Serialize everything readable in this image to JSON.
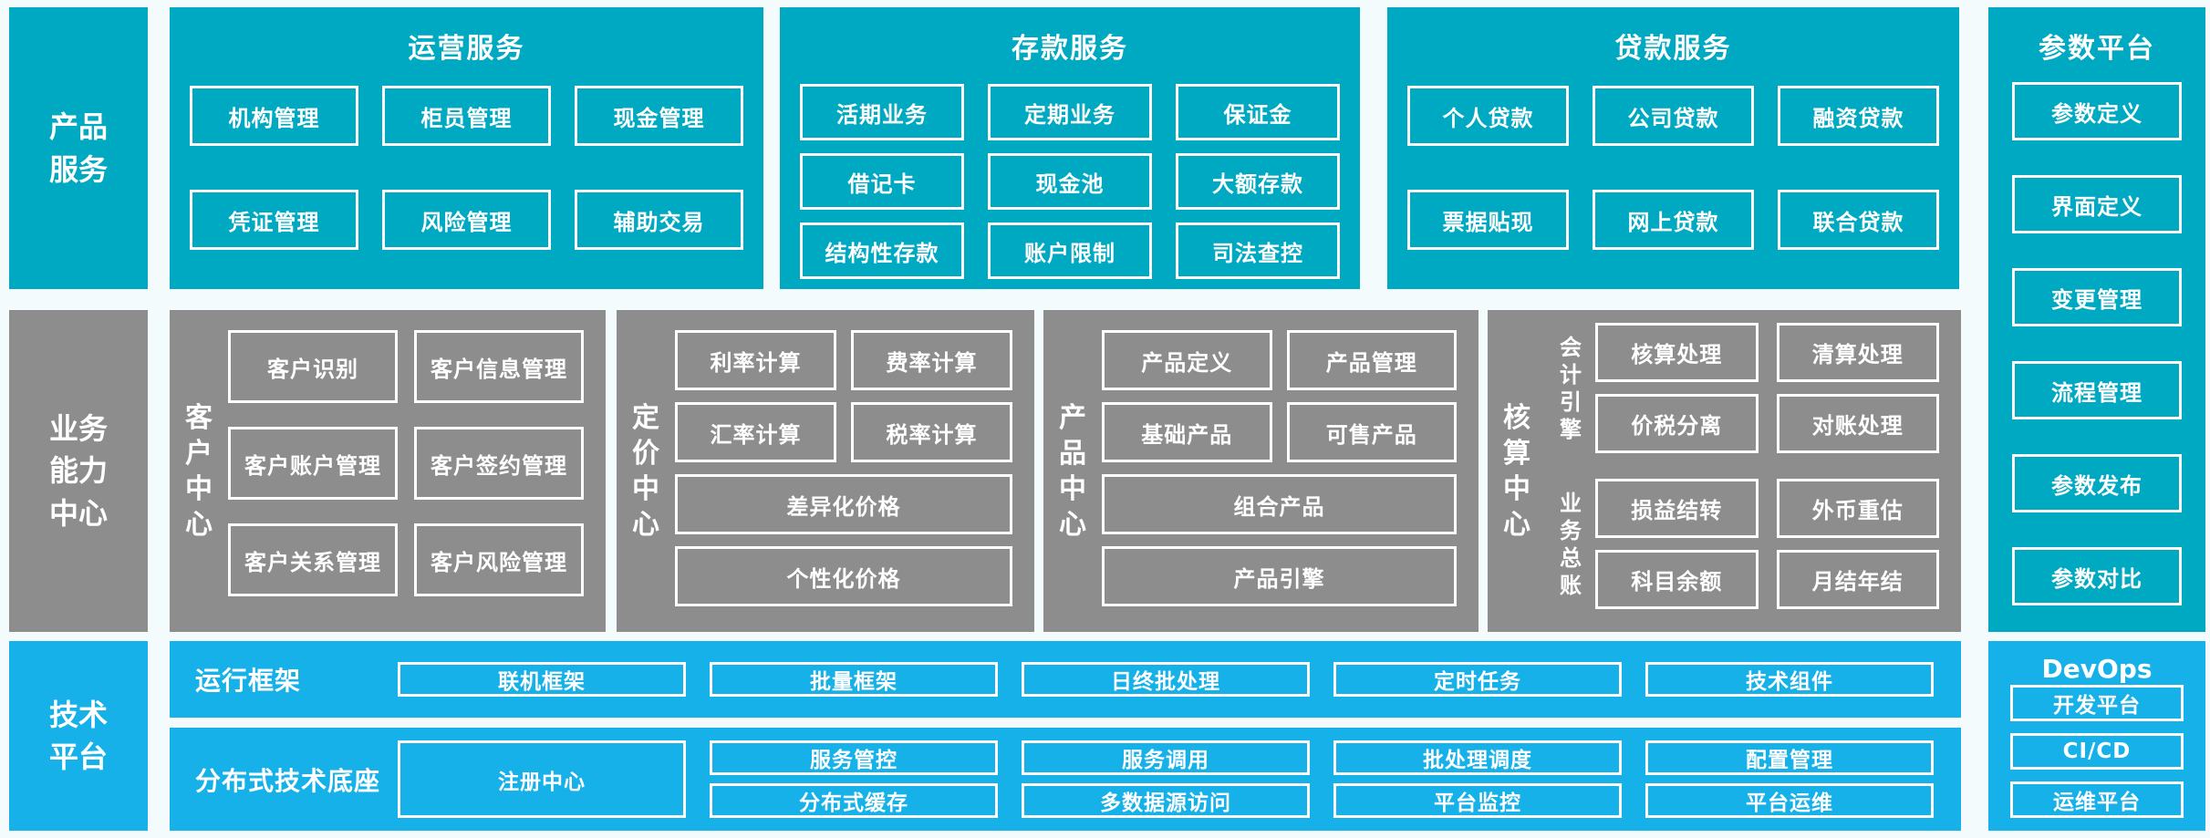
{
  "colors": {
    "teal": "#00a9c2",
    "gray": "#8d8d8d",
    "blue": "#16b1e9",
    "box_border": "#ffffff",
    "text": "#ffffff",
    "background": "#f4fbfd"
  },
  "product_row": {
    "sidebar_lines": [
      "产品",
      "服务"
    ],
    "sections": [
      {
        "title": "运营服务",
        "items": [
          "机构管理",
          "柜员管理",
          "现金管理",
          "凭证管理",
          "风险管理",
          "辅助交易"
        ]
      },
      {
        "title": "存款服务",
        "items": [
          "活期业务",
          "定期业务",
          "保证金",
          "借记卡",
          "现金池",
          "大额存款",
          "结构性存款",
          "账户限制",
          "司法查控"
        ]
      },
      {
        "title": "贷款服务",
        "items": [
          "个人贷款",
          "公司贷款",
          "融资贷款",
          "票据贴现",
          "网上贷款",
          "联合贷款"
        ]
      }
    ]
  },
  "parameter_platform": {
    "title": "参数平台",
    "items": [
      "参数定义",
      "界面定义",
      "变更管理",
      "流程管理",
      "参数发布",
      "参数对比"
    ]
  },
  "business_row": {
    "sidebar_lines": [
      "业务",
      "能力",
      "中心"
    ],
    "customer_center": {
      "label": "客户中心",
      "items": [
        "客户识别",
        "客户信息管理",
        "客户账户管理",
        "客户签约管理",
        "客户关系管理",
        "客户风险管理"
      ]
    },
    "pricing_center": {
      "label": "定价中心",
      "pairs": [
        "利率计算",
        "费率计算",
        "汇率计算",
        "税率计算"
      ],
      "fulls": [
        "差异化价格",
        "个性化价格"
      ]
    },
    "product_center": {
      "label": "产品中心",
      "pairs": [
        "产品定义",
        "产品管理",
        "基础产品",
        "可售产品"
      ],
      "fulls": [
        "组合产品",
        "产品引擎"
      ]
    },
    "accounting_center": {
      "label": "核算中心",
      "groups": [
        {
          "label": "会计引擎",
          "items": [
            "核算处理",
            "清算处理",
            "价税分离",
            "对账处理"
          ]
        },
        {
          "label": "业务总账",
          "items": [
            "损益结转",
            "外币重估",
            "科目余额",
            "月结年结"
          ]
        }
      ]
    }
  },
  "tech_row": {
    "sidebar_lines": [
      "技术",
      "平台"
    ],
    "runtime": {
      "label": "运行框架",
      "items": [
        "联机框架",
        "批量框架",
        "日终批处理",
        "定时任务",
        "技术组件"
      ]
    },
    "distributed": {
      "label": "分布式技术底座",
      "big_item": "注册中心",
      "pairs": [
        [
          "服务管控",
          "分布式缓存"
        ],
        [
          "服务调用",
          "多数据源访问"
        ],
        [
          "批处理调度",
          "平台监控"
        ],
        [
          "配置管理",
          "平台运维"
        ]
      ]
    },
    "devops": {
      "title": "DevOps",
      "items": [
        "开发平台",
        "CI/CD",
        "运维平台"
      ]
    }
  }
}
